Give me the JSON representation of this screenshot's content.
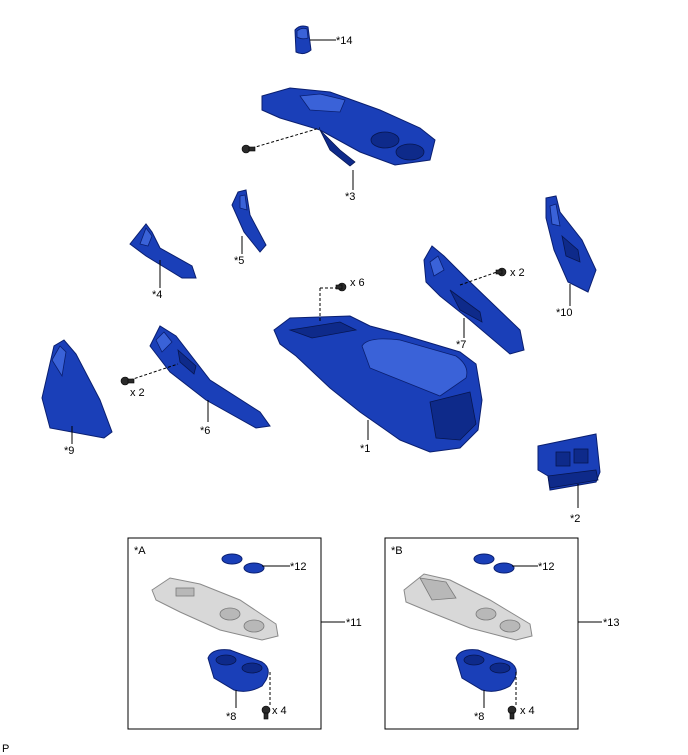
{
  "labels": {
    "p1": "*1",
    "p2": "*2",
    "p3": "*3",
    "p4": "*4",
    "p5": "*5",
    "p6": "*6",
    "p7": "*7",
    "p8a": "*8",
    "p8b": "*8",
    "p9": "*9",
    "p10": "*10",
    "p11": "*11",
    "p12a": "*12",
    "p12b": "*12",
    "p13": "*13",
    "p14": "*14"
  },
  "quantities": {
    "q6": "x 6",
    "q2a": "x 2",
    "q2b": "x 2",
    "q4a": "x 4",
    "q4b": "x 4"
  },
  "boxes": {
    "a": "*A",
    "b": "*B"
  },
  "footer": "P",
  "colors": {
    "part_blue": "#1a3fb8",
    "part_grey": "#d8d8d8"
  }
}
